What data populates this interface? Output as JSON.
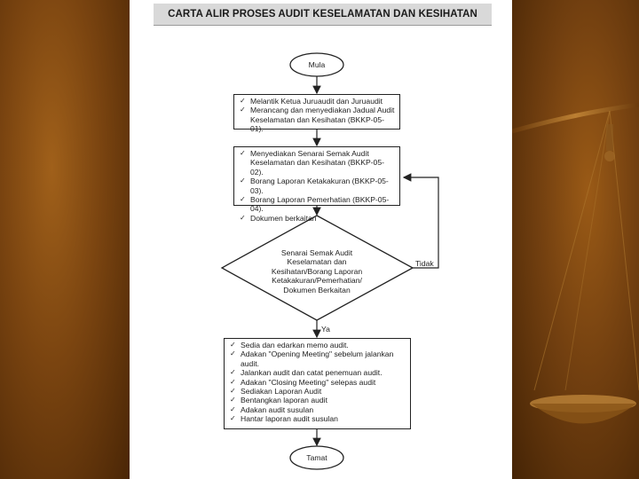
{
  "title": "CARTA ALIR PROSES AUDIT KESELAMATAN DAN KESIHATAN",
  "nodes": {
    "start": "Mula",
    "box1": [
      "Melantik Ketua Juruaudit dan Juruaudit",
      "Merancang dan menyediakan Jadual Audit Keselamatan dan Kesihatan (BKKP-05-01)."
    ],
    "box2": [
      "Menyediakan Senarai Semak Audit Keselamatan dan Kesihatan (BKKP-05-02).",
      "Borang Laporan Ketakakuran (BKKP-05-03).",
      "Borang Laporan Pemerhatian (BKKP-05-04).",
      "Dokumen berkaitan"
    ],
    "decision": "Senarai Semak Audit Keselamatan dan Kesihatan/Borang Laporan Ketakakuran/Pemerhatian/ Dokumen Berkaitan",
    "box3": [
      "Sedia dan edarkan memo audit.",
      "Adakan \"Opening Meeting\" sebelum jalankan audit.",
      "Jalankan audit dan catat penemuan audit.",
      "Adakan \"Closing Meeting\" selepas audit",
      "Sediakan Laporan Audit",
      "Bentangkan laporan audit",
      "Adakan audit susulan",
      "Hantar laporan audit susulan"
    ],
    "end": "Tamat"
  },
  "edges": {
    "no_label": "Tidak",
    "yes_label": "Ya"
  },
  "colors": {
    "background": "#7a4410",
    "page": "#ffffff",
    "title_bar": "#d9d9d9",
    "stroke": "#222222"
  }
}
